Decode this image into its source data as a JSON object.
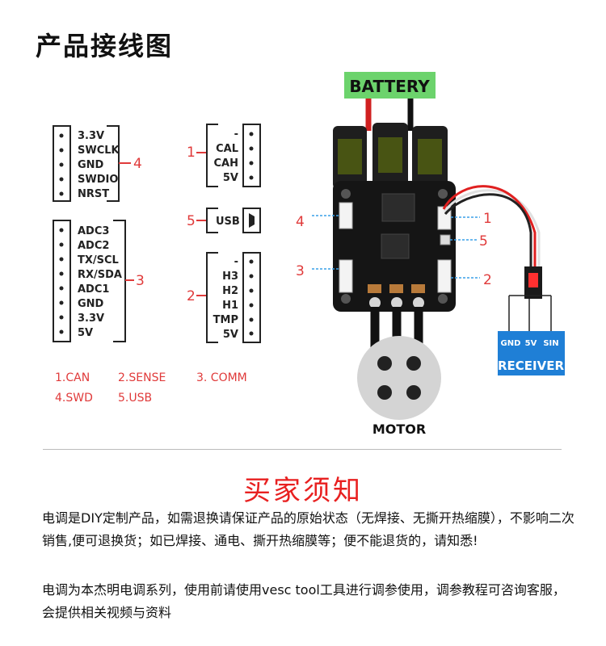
{
  "title": "产品接线图",
  "battery_label": "BATTERY",
  "motor_label": "MOTOR",
  "receiver": {
    "pins": [
      "GND",
      "5V",
      "SIN"
    ],
    "label": "RECEIVER"
  },
  "swd": {
    "pins": [
      "3.3V",
      "SWCLK",
      "GND",
      "SWDIO",
      "NRST"
    ],
    "number": "4"
  },
  "comm": {
    "pins": [
      "ADC3",
      "ADC2",
      "TX/SCL",
      "RX/SDA",
      "ADC1",
      "GND",
      "3.3V",
      "5V"
    ],
    "number": "3"
  },
  "can": {
    "pins": [
      "-",
      "CAL",
      "CAH",
      "5V"
    ],
    "number": "1"
  },
  "usb": {
    "label": "USB",
    "number": "5"
  },
  "sense": {
    "pins": [
      "-",
      "H3",
      "H2",
      "H1",
      "TMP",
      "5V"
    ],
    "number": "2"
  },
  "board_numbers": {
    "left_top": "4",
    "left_bottom": "3",
    "right_top": "1",
    "right_mid": "5",
    "right_bottom": "2"
  },
  "legend": [
    "1.CAN",
    "2.SENSE",
    "3. COMM",
    "4.SWD",
    "5.USB"
  ],
  "notice_title": "买家须知",
  "paragraph1": "电调是DIY定制产品，如需退换请保证产品的原始状态（无焊接、无撕开热缩膜），不影响二次销售,便可退换货；如已焊接、通电、撕开热缩膜等；便不能退货的，请知悉!",
  "paragraph2": "电调为本杰明电调系列，使用前请使用vesc tool工具进行调参使用，调参教程可咨询客服，会提供相关视频与资料",
  "colors": {
    "accent_red": "#e03a3a",
    "battery_green": "#6cd36c",
    "receiver_blue": "#1f7fd6",
    "guide_blue": "#3aa0e8"
  }
}
